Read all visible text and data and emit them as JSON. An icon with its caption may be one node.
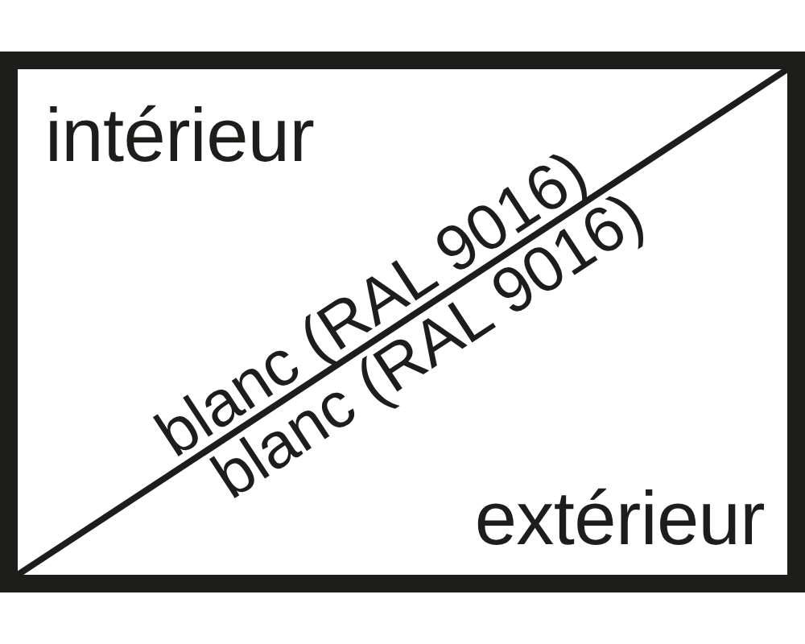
{
  "diagram": {
    "nodes": [
      {
        "text": [
          "intérieur",
          "blanc (RAL 9016)",
          "blanc (RAL 9016)",
          "extérieur"
        ]
      }
    ]
  }
}
